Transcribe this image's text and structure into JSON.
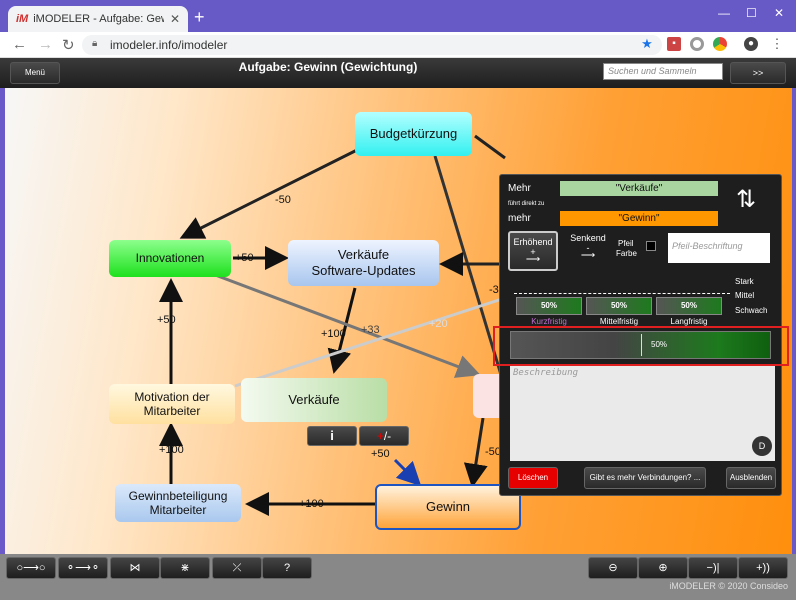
{
  "browser": {
    "tab_title": "iMODELER - Aufgabe: Gewinn (G",
    "favicon": "iM",
    "url": "imodeler.info/imodeler"
  },
  "app": {
    "menu_label": "Menü",
    "title": "Aufgabe: Gewinn (Gewichtung)",
    "search_placeholder": "Suchen und Sammeln",
    "expand_label": ">>"
  },
  "nodes": {
    "budget": "Budgetkürzung",
    "innovationen": "Innovationen",
    "verkaeufe_sw_1": "Verkäufe",
    "verkaeufe_sw_2": "Software-Updates",
    "motivation_1": "Motivation der",
    "motivation_2": "Mitarbeiter",
    "verkaeufe": "Verkäufe",
    "gewinnbet_1": "Gewinnbeteiligung",
    "gewinnbet_2": "Mitarbeiter",
    "gewinn": "Gewinn"
  },
  "edge_labels": {
    "budget_innov": "-50",
    "innov_vsw": "+50",
    "vsw_verk": "+100",
    "innov_x": "+33",
    "mot_x": "+20",
    "mot_innov": "+50",
    "gb_mot": "+100",
    "gb_gewinn": "+100",
    "verk_gewinn": "+50",
    "x_gewinn": "-50",
    "budget_x": "-3"
  },
  "node_buttons": {
    "info": "i",
    "plusminus_plus": "+",
    "plusminus_rest": "/-"
  },
  "panel": {
    "mehr_label": "Mehr",
    "from_value": "\"Verkäufe\"",
    "direct_label": "führt direkt zu",
    "mehr2_label": "mehr",
    "to_value": "\"Gewinn\"",
    "increase_label": "Erhöhend",
    "increase_sign": "+",
    "decrease_label": "Senkend",
    "decrease_sign": "-",
    "arrow_color_label_1": "Pfeil",
    "arrow_color_label_2": "Farbe",
    "arrow_label_placeholder": "Pfeil-Beschriftung",
    "strong": "Stark",
    "medium": "Mittel",
    "weak": "Schwach",
    "short_value": "50%",
    "mid_value": "50%",
    "long_value": "50%",
    "short_label": "Kurzfristig",
    "mid_label": "Mittelfristig",
    "long_label": "Langfristig",
    "weight_value": "50%",
    "weight_fraction": 0.5,
    "description_placeholder": "Beschreibung",
    "d_badge": "D",
    "delete_label": "Löschen",
    "more_connections_label": "Gibt es mehr Verbindungen? ...",
    "hide_label": "Ausblenden"
  },
  "toolbar": {
    "help_label": "?",
    "zoom_first_label": "−)|",
    "zoom_last_label": "+))"
  },
  "footer": "iMODELER © 2020 Consideo",
  "colors": {
    "accent_red": "#e60000",
    "highlight": "#e02020",
    "green": "#2e8b2e",
    "orange_field": "#ff9800",
    "green_field": "#a8d5a0",
    "purple_text": "#c070d0"
  }
}
